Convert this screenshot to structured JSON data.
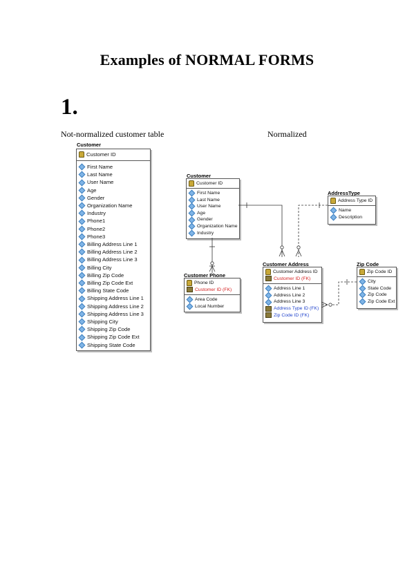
{
  "title": "Examples of NORMAL FORMS",
  "section_number": "1.",
  "captions": {
    "left": "Not-normalized customer table",
    "right": "Normalized"
  },
  "big_customer": {
    "name": "Customer",
    "pk": "Customer ID",
    "attrs": [
      "First Name",
      "Last Name",
      "User Name",
      "Age",
      "Gender",
      "Organization Name",
      "Industry",
      "Phone1",
      "Phone2",
      "Phone3",
      "Billing Address Line 1",
      "Billing Address Line 2",
      "Billing Address Line 3",
      "Billing City",
      "Billing Zip Code",
      "Billing Zip Code Ext",
      "Billing State Code",
      "Shipping Address Line 1",
      "Shipping Address Line 2",
      "Shipping Address Line 3",
      "Shipping City",
      "Shipping Zip Code",
      "Shipping Zip Code Ext",
      "Shipping State Code"
    ]
  },
  "customer": {
    "name": "Customer",
    "pk": "Customer ID",
    "attrs": [
      "First Name",
      "Last Name",
      "User Name",
      "Age",
      "Gender",
      "Organization Name",
      "Industry"
    ]
  },
  "address_type": {
    "name": "AddressType",
    "pk": "Address Type ID",
    "attrs": [
      "Name",
      "Description"
    ]
  },
  "customer_phone": {
    "name": "Customer Phone",
    "pk": "Phone ID",
    "fk": "Customer ID (FK)",
    "attrs": [
      "Area Code",
      "Local Number"
    ]
  },
  "customer_address": {
    "name": "Customer Address",
    "pk": "Customer Address ID",
    "fk": "Customer ID (FK)",
    "attrs": [
      "Address Line 1",
      "Address Line 2",
      "Address Line 3"
    ],
    "fk_attrs": [
      "Address Type ID (FK)",
      "Zip Code ID (FK)"
    ]
  },
  "zip_code": {
    "name": "Zip Code",
    "pk": "Zip Code ID",
    "attrs": [
      "City",
      "State Code",
      "Zip Code",
      "Zip Code Ext"
    ]
  },
  "colors": {
    "fk_red": "#d42020",
    "fk_blue": "#2244cc"
  }
}
